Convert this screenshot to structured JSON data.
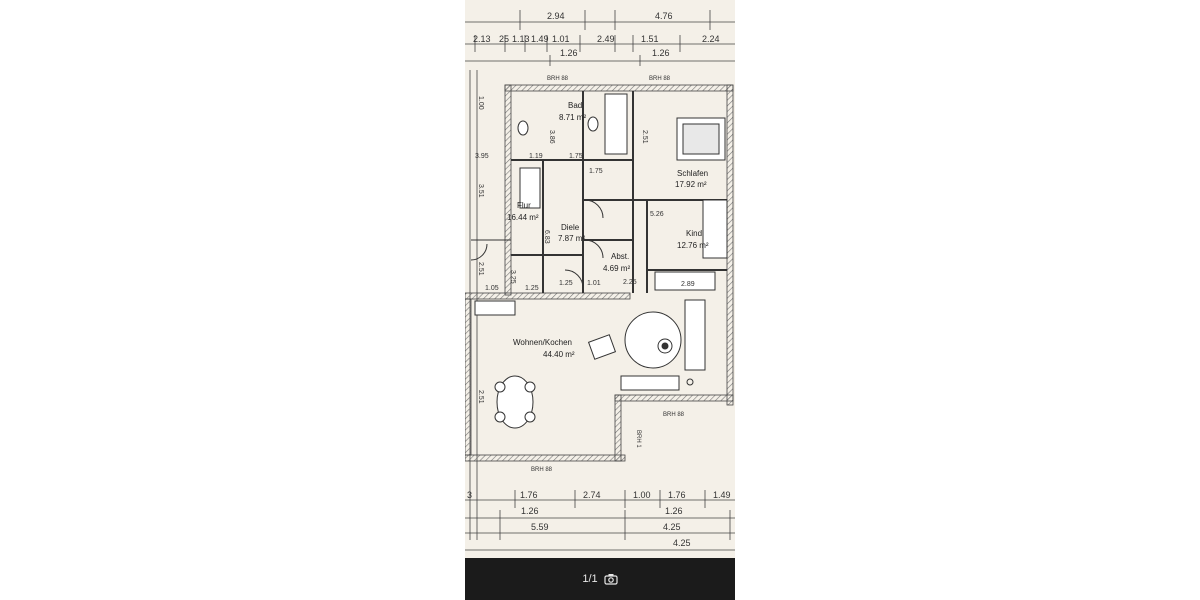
{
  "rooms": [
    {
      "name": "Bad",
      "area": "8.71 m²"
    },
    {
      "name": "Schlafen",
      "area": "17.92 m²"
    },
    {
      "name": "Flur",
      "area": "16.44 m²"
    },
    {
      "name": "Diele",
      "area": "7.87 m²"
    },
    {
      "name": "Kind",
      "area": "12.76 m²"
    },
    {
      "name": "Abst.",
      "area": "4.69 m²"
    },
    {
      "name": "Wohnen/Kochen",
      "area": "44.40 m²"
    }
  ],
  "brh": [
    "BRH 88",
    "BRH 88",
    "BRH 88",
    "BRH 88",
    "BRH 1"
  ],
  "top_dims": {
    "row1": [
      "2.94",
      "4.76"
    ],
    "row2": [
      "2.13",
      "25",
      "1.13",
      "1.49",
      "1.01",
      "2.49",
      "1.51",
      "2.24"
    ],
    "row3": [
      "1.26",
      "1.26"
    ]
  },
  "side_labels": [
    "1.00",
    "3.95",
    "3.51",
    "2.51",
    "2.51"
  ],
  "inner_dims": [
    "3.86",
    "2.51",
    "1.75",
    "1.19",
    "1.75",
    "5.26",
    "6.83",
    "1.25",
    "2.89",
    "2.25",
    "1.01",
    "3.25",
    "1.05",
    "1.25"
  ],
  "bottom_dims": {
    "row1": [
      "3",
      "1.76",
      "2.74",
      "1.00",
      "1.76",
      "1.49"
    ],
    "row2": [
      "1.26",
      "1.26"
    ],
    "row3": [
      "5.59",
      "4.25"
    ],
    "row4": [
      "4.25"
    ]
  },
  "page_indicator": "1/1",
  "icons": {
    "camera": "camera-icon"
  }
}
